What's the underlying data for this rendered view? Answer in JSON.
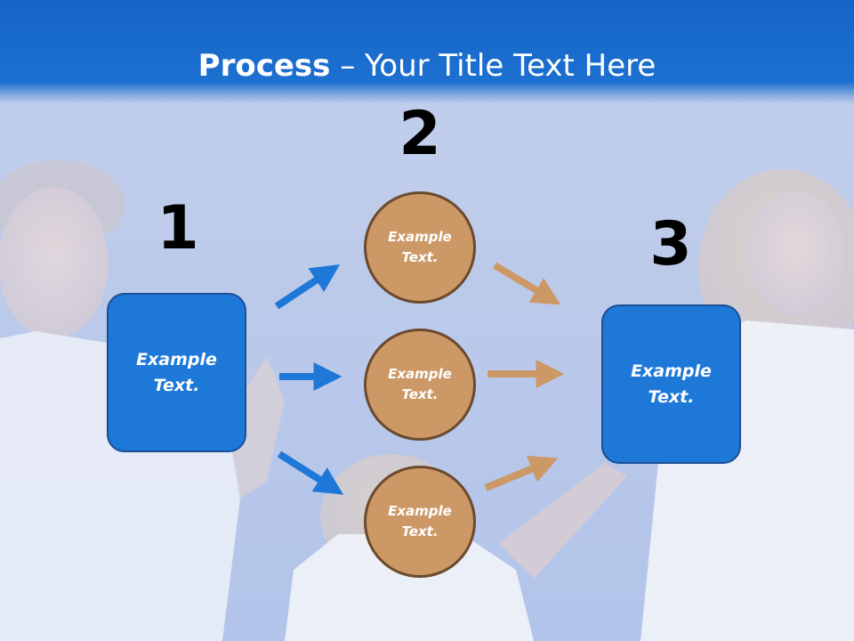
{
  "slide": {
    "title_bold": "Process",
    "title_dash": " – ",
    "title_rest": "Your Title Text Here"
  },
  "steps": {
    "step1": {
      "number": "1",
      "line1": "Example",
      "line2": "Text."
    },
    "step2": {
      "number": "2",
      "items": [
        {
          "line1": "Example",
          "line2": "Text."
        },
        {
          "line1": "Example",
          "line2": "Text."
        },
        {
          "line1": "Example",
          "line2": "Text."
        }
      ]
    },
    "step3": {
      "number": "3",
      "line1": "Example",
      "line2": "Text."
    }
  },
  "colors": {
    "title_bar": "#1c70d0",
    "box_fill": "#1e78d8",
    "circle_fill": "#cc9966",
    "arrow_blue": "#1e78d8",
    "arrow_tan": "#cc9966"
  }
}
